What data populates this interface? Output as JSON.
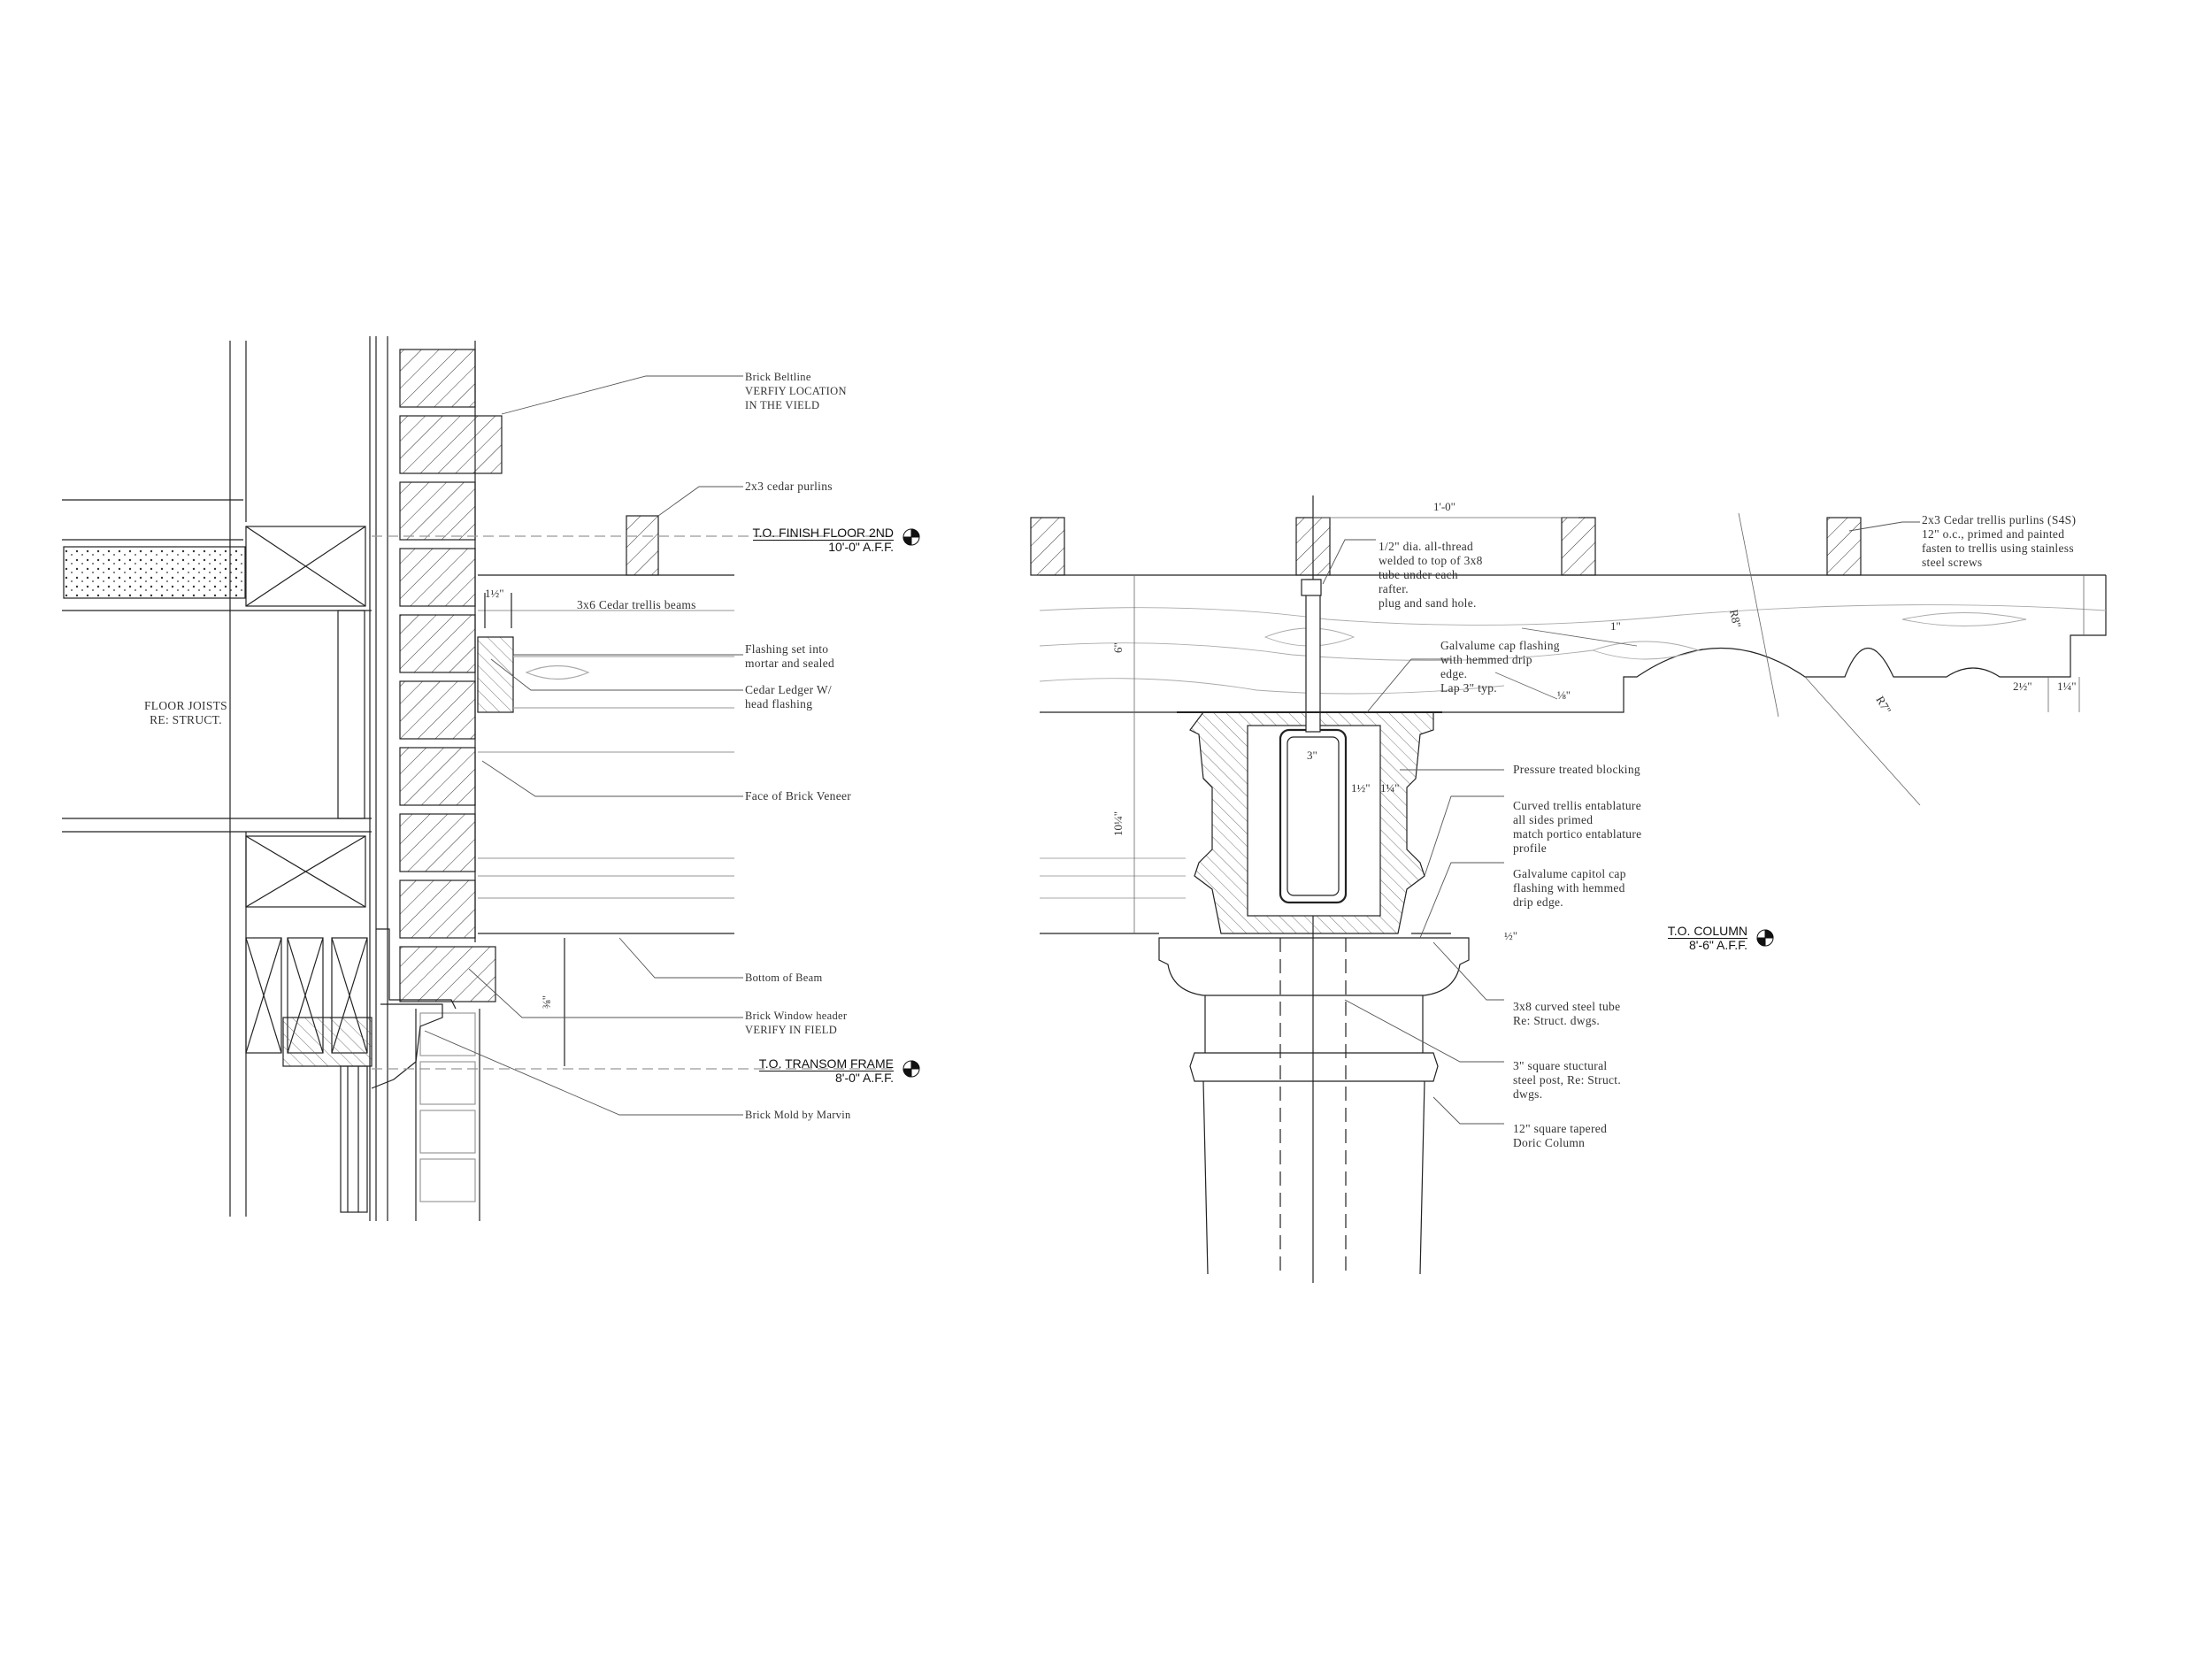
{
  "notes": {
    "floor_joists": [
      "FLOOR JOISTS",
      "RE: STRUCT."
    ],
    "brick_beltline": [
      "Brick Beltline",
      "VERFIY LOCATION",
      "IN THE VIELD"
    ],
    "purlins_left": "2x3 cedar purlins",
    "trellis_beams": "3x6 Cedar trellis beams",
    "flashing": [
      "Flashing set into",
      "mortar and sealed"
    ],
    "cedar_ledger": [
      "Cedar Ledger W/",
      "head flashing"
    ],
    "face_brick": "Face of Brick Veneer",
    "bottom_beam": "Bottom of Beam",
    "brick_window_header": [
      "Brick Window header",
      "VERIFY IN FIELD"
    ],
    "brick_mold": "Brick Mold by Marvin",
    "purlins_right": [
      "2x3 Cedar trellis purlins (S4S)",
      "12\" o.c., primed and painted",
      "fasten to trellis using stainless",
      "steel screws"
    ],
    "all_thread": [
      "1/2\" dia. all-thread",
      "welded to top of 3x8",
      "tube under each",
      "rafter.",
      "plug and sand hole."
    ],
    "galvalume_cap": [
      "Galvalume cap flashing",
      "with hemmed drip",
      "edge.",
      "Lap 3\" typ."
    ],
    "pressure_blocking": "Pressure treated blocking",
    "curved_entablature": [
      "Curved trellis entablature",
      "all sides primed",
      "match portico entablature",
      "profile"
    ],
    "capitol_cap": [
      "Galvalume capitol cap",
      "flashing with hemmed",
      "drip edge."
    ],
    "steel_tube": [
      "3x8 curved steel tube",
      "Re: Struct. dwgs."
    ],
    "steel_post": [
      "3\" square stuctural",
      "steel post, Re: Struct.",
      "dwgs."
    ],
    "doric_column": [
      "12\" square tapered",
      "Doric Column"
    ]
  },
  "elevations": {
    "finish_floor": {
      "title": "T.O. FINISH FLOOR  2ND",
      "value": "10'-0\" A.F.F."
    },
    "transom": {
      "title": "T.O. TRANSOM FRAME",
      "value": "8'-0\" A.F.F."
    },
    "column": {
      "title": "T.O. COLUMN",
      "value": "8'-6\" A.F.F."
    }
  },
  "dimensions": {
    "one_foot": "1'-0\"",
    "three_in": "3\"",
    "one_in": "1\"",
    "r_small": "R8\"",
    "r_large": "R7\"",
    "ten_quarter": "10¼\"",
    "six_in": "6\"",
    "one_half_a": "1½\"",
    "one_half_b": "1½\"",
    "one_quarter": "1¼\"",
    "two_half": "2½\"",
    "one_quarter_b": "1¼\"",
    "three_eighth": "⅜\"",
    "half": "½\"",
    "eighth": "⅛\""
  }
}
